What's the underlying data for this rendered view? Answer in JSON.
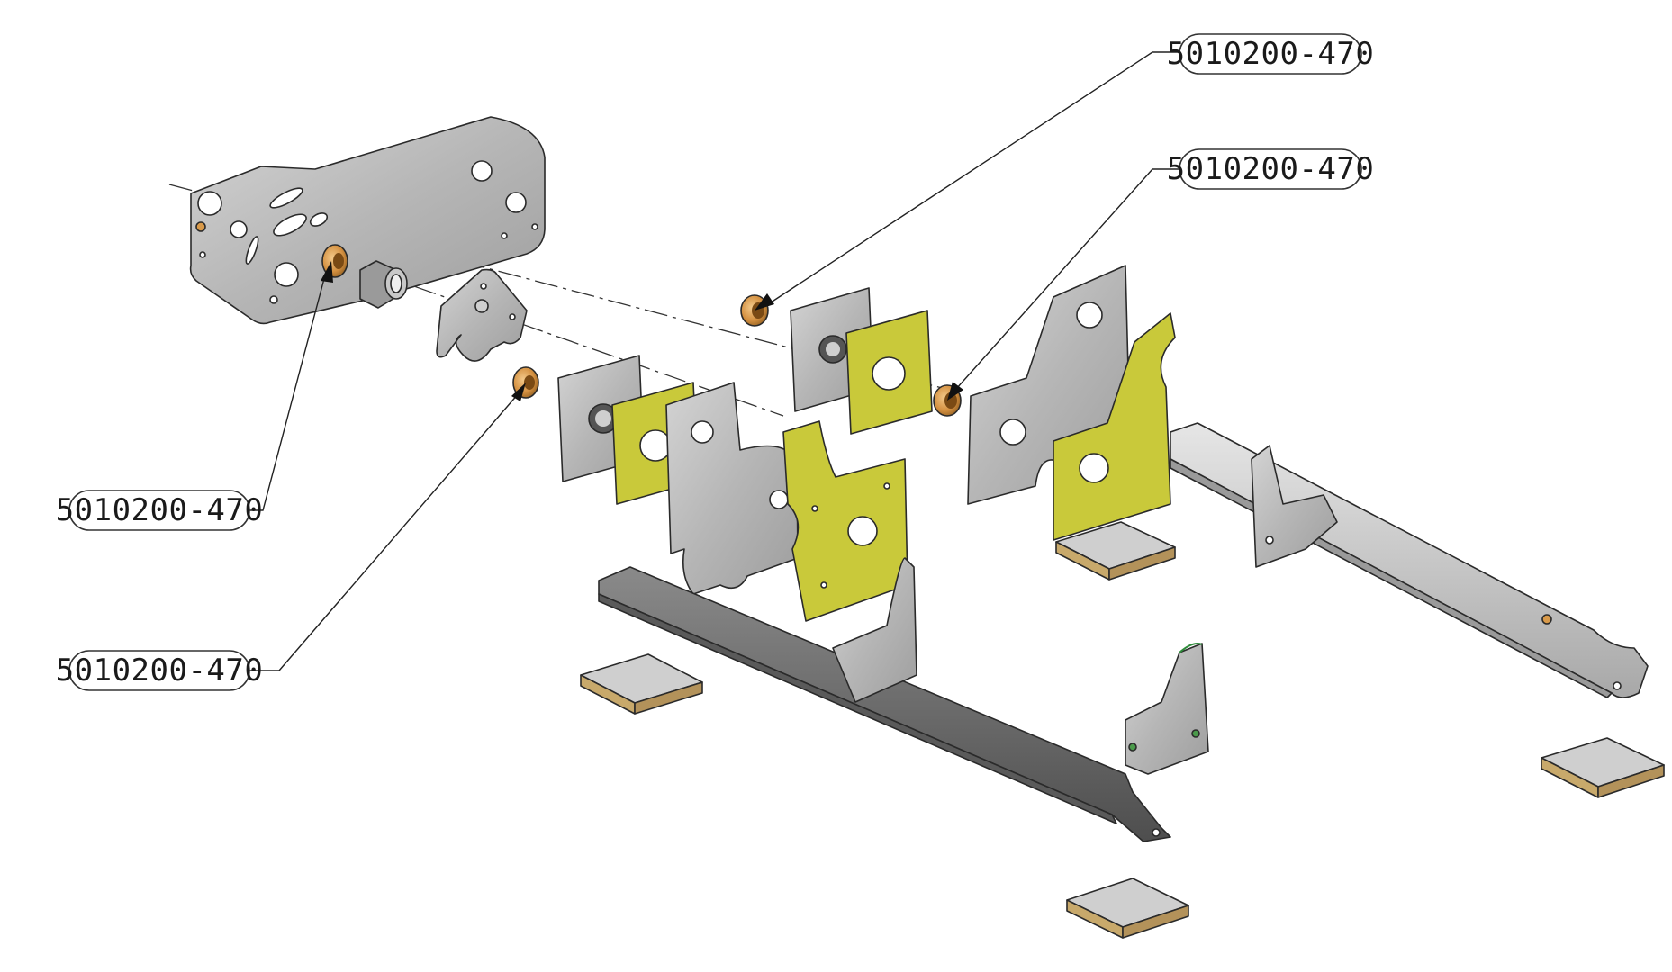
{
  "drawing": {
    "colors": {
      "steel": "#b4b4b4",
      "steel_dark": "#6e6e6e",
      "steel_light": "#d2d2d2",
      "insulation": "#c9c93a",
      "bushing": "#d99a4a",
      "pad_top": "#cfcfcf",
      "pad_base": "#c8a96b"
    },
    "callouts": [
      {
        "label": "5010200-470"
      },
      {
        "label": "5010200-470"
      },
      {
        "label": "5010200-470"
      },
      {
        "label": "5010200-470"
      }
    ]
  }
}
